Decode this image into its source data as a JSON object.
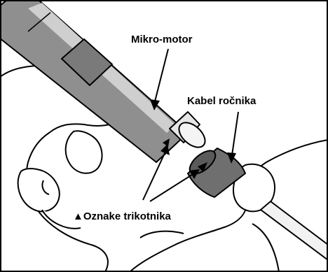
{
  "labels": {
    "micro_motor": "Mikro-motor",
    "handpiece_cable": "Kabel ročnika",
    "triangle_marks": "▲Oznake trikotnika"
  },
  "colors": {
    "outline": "#000000",
    "frame": "#000000",
    "motor_body": "#8f8f8f",
    "motor_band": "#7a7a7a",
    "motor_highlight": "#cfcfcf",
    "motor_tip": "#e6e6e6",
    "cable_sleeve": "#6f6f6f",
    "cable_wire": "#f2f2f2",
    "skin": "#ffffff"
  }
}
